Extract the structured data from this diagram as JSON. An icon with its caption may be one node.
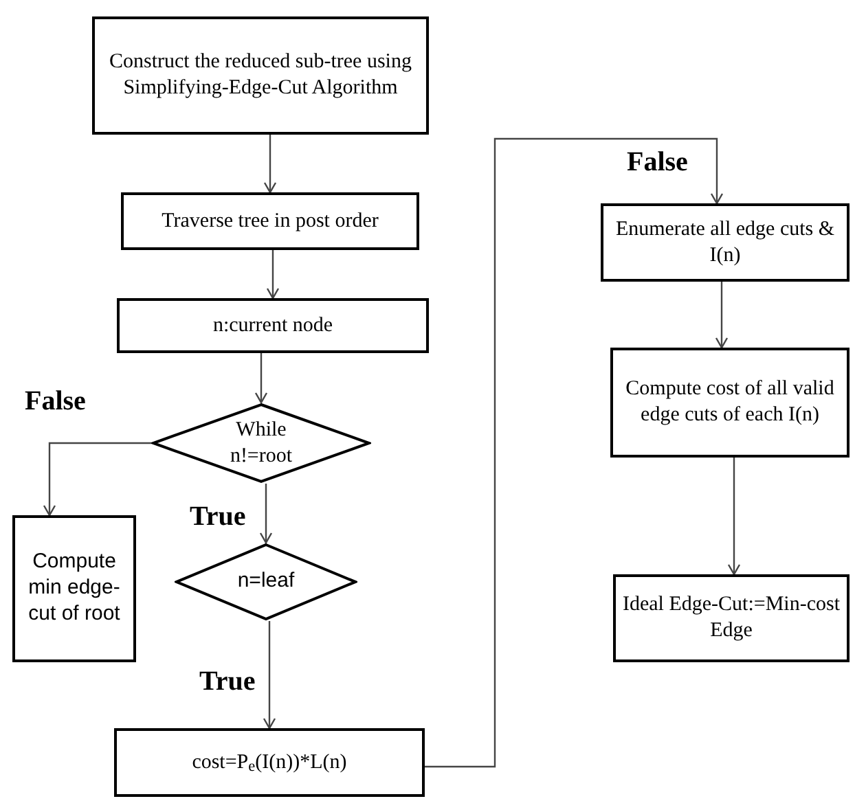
{
  "diagram": {
    "nodes": [
      {
        "text": [
          "Construct the reduced sub-tree using Simplifying-Edge-Cut Algorithm"
        ]
      },
      {
        "text": [
          "Traverse tree in post order"
        ]
      },
      {
        "text": [
          "n:current node"
        ]
      },
      {
        "text": [
          "While n!=root"
        ]
      },
      {
        "text": [
          "Compute min edge-cut of root"
        ]
      },
      {
        "text": [
          "n=leaf"
        ]
      },
      {
        "text": [
          "cost=P$_{e}$(I(n))*L(n)"
        ]
      },
      {
        "text": [
          "Enumerate all edge cuts & I(n)"
        ]
      },
      {
        "text": [
          "Compute cost of all valid edge cuts of each I(n)"
        ]
      },
      {
        "text": [
          "Ideal Edge-Cut:=Min-cost Edge"
        ]
      }
    ],
    "edges": [
      {
        "from": 0,
        "to": 1,
        "arrow": "to"
      },
      {
        "from": 1,
        "to": 2,
        "arrow": "to"
      },
      {
        "from": 2,
        "to": 3,
        "arrow": "to"
      },
      {
        "from": 3,
        "to": 4,
        "arrow": "to",
        "label": "False"
      },
      {
        "from": 3,
        "to": 5,
        "arrow": "to",
        "label": "True"
      },
      {
        "from": 5,
        "to": 6,
        "arrow": "to",
        "label": "True"
      },
      {
        "from": 6,
        "to": 7,
        "arrow": "to",
        "label": "False"
      },
      {
        "from": 7,
        "to": 8,
        "arrow": "to"
      },
      {
        "from": 8,
        "to": 9,
        "arrow": "to"
      }
    ]
  }
}
